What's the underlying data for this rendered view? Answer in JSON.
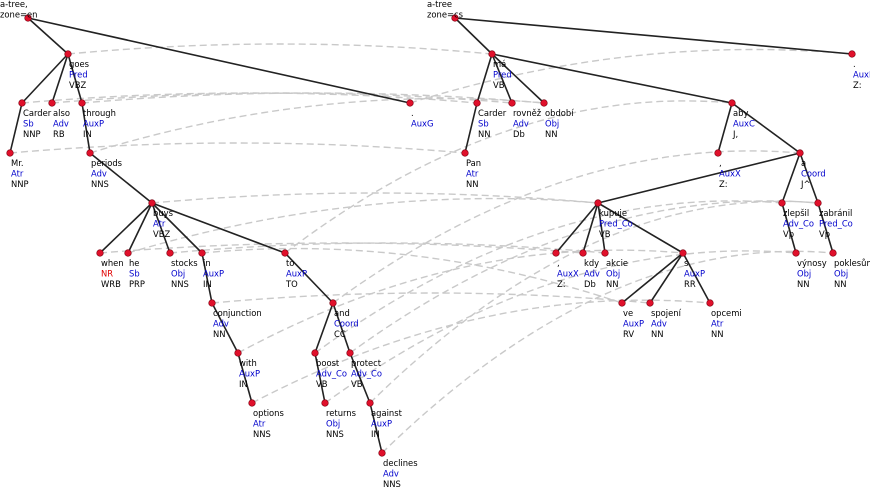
{
  "colors": {
    "node": "#e0102b",
    "edge": "#222222",
    "alignment": "#c9c9c9",
    "word": "#000000",
    "functor": "#0000cc",
    "functor_error": "#e00000"
  },
  "en_tree": {
    "root_label": [
      "a-tree,",
      "zone=en"
    ],
    "nodes": [
      {
        "id": "goes",
        "word": "goes",
        "func": "Pred",
        "tag": "VBZ"
      },
      {
        "id": "carder_en",
        "word": "Carder",
        "func": "Sb",
        "tag": "NNP"
      },
      {
        "id": "also",
        "word": "also",
        "func": "Adv",
        "tag": "RB"
      },
      {
        "id": "through",
        "word": "through",
        "func": "AuxP",
        "tag": "IN"
      },
      {
        "id": "period_en",
        "word": ".",
        "func": "AuxG",
        "tag": ""
      },
      {
        "id": "mr",
        "word": "Mr.",
        "func": "Atr",
        "tag": "NNP"
      },
      {
        "id": "periods",
        "word": "periods",
        "func": "Adv",
        "tag": "NNS"
      },
      {
        "id": "buys",
        "word": "buys",
        "func": "Atr",
        "tag": "VBZ"
      },
      {
        "id": "when",
        "word": "when",
        "func": "NR",
        "tag": "WRB",
        "func_error": true
      },
      {
        "id": "he",
        "word": "he",
        "func": "Sb",
        "tag": "PRP"
      },
      {
        "id": "stocks",
        "word": "stocks",
        "func": "Obj",
        "tag": "NNS"
      },
      {
        "id": "in",
        "word": "in",
        "func": "AuxP",
        "tag": "IN"
      },
      {
        "id": "to",
        "word": "to",
        "func": "AuxP",
        "tag": "TO"
      },
      {
        "id": "conjunction",
        "word": "conjunction",
        "func": "Adv",
        "tag": "NN"
      },
      {
        "id": "and",
        "word": "and",
        "func": "Coord",
        "tag": "CC"
      },
      {
        "id": "with",
        "word": "with",
        "func": "AuxP",
        "tag": "IN"
      },
      {
        "id": "boost",
        "word": "boost",
        "func": "Adv_Co",
        "tag": "VB"
      },
      {
        "id": "protect",
        "word": "protect",
        "func": "Adv_Co",
        "tag": "VB"
      },
      {
        "id": "options",
        "word": "options",
        "func": "Atr",
        "tag": "NNS"
      },
      {
        "id": "returns",
        "word": "returns",
        "func": "Obj",
        "tag": "NNS"
      },
      {
        "id": "against",
        "word": "against",
        "func": "AuxP",
        "tag": "IN"
      },
      {
        "id": "declines",
        "word": "declines",
        "func": "Adv",
        "tag": "NNS"
      }
    ],
    "edges": [
      [
        "root_en",
        "goes"
      ],
      [
        "root_en",
        "period_en"
      ],
      [
        "goes",
        "carder_en"
      ],
      [
        "goes",
        "also"
      ],
      [
        "goes",
        "through"
      ],
      [
        "carder_en",
        "mr"
      ],
      [
        "through",
        "periods"
      ],
      [
        "periods",
        "buys"
      ],
      [
        "buys",
        "when"
      ],
      [
        "buys",
        "he"
      ],
      [
        "buys",
        "stocks"
      ],
      [
        "buys",
        "in"
      ],
      [
        "buys",
        "to"
      ],
      [
        "in",
        "conjunction"
      ],
      [
        "conjunction",
        "with"
      ],
      [
        "with",
        "options"
      ],
      [
        "to",
        "and"
      ],
      [
        "and",
        "boost"
      ],
      [
        "and",
        "protect"
      ],
      [
        "boost",
        "returns"
      ],
      [
        "protect",
        "against"
      ],
      [
        "against",
        "declines"
      ]
    ]
  },
  "cs_tree": {
    "root_label": [
      "a-tree",
      "zone=cs"
    ],
    "nodes": [
      {
        "id": "ma",
        "word": "má",
        "func": "Pred",
        "tag": "VB"
      },
      {
        "id": "auxk",
        "word": ".",
        "func": "AuxK",
        "tag": "Z:"
      },
      {
        "id": "carder_cs",
        "word": "Carder",
        "func": "Sb",
        "tag": "NN"
      },
      {
        "id": "rovnez",
        "word": "rovněž",
        "func": "Adv",
        "tag": "Db"
      },
      {
        "id": "obdobi",
        "word": "období",
        "func": "Obj",
        "tag": "NN"
      },
      {
        "id": "aby",
        "word": "aby",
        "func": "AuxC",
        "tag": "J,"
      },
      {
        "id": "pan",
        "word": "Pan",
        "func": "Atr",
        "tag": "NN"
      },
      {
        "id": "comma1",
        "word": ",",
        "func": "AuxX",
        "tag": "Z:"
      },
      {
        "id": "a",
        "word": "a",
        "func": "Coord",
        "tag": "J^"
      },
      {
        "id": "kupuje",
        "word": "kupuje",
        "func": "Pred_Co",
        "tag": "VB"
      },
      {
        "id": "zlepsil",
        "word": "zlepšil",
        "func": "Adv_Co",
        "tag": "Vp"
      },
      {
        "id": "zabranil",
        "word": "zabránil",
        "func": "Pred_Co",
        "tag": "Vp"
      },
      {
        "id": "comma2",
        "word": ",",
        "func": "AuxX",
        "tag": "Z:"
      },
      {
        "id": "kdy",
        "word": "kdy",
        "func": "Adv",
        "tag": "Db"
      },
      {
        "id": "akcie",
        "word": "akcie",
        "func": "Obj",
        "tag": "NN"
      },
      {
        "id": "s",
        "word": "s",
        "func": "AuxP",
        "tag": "RR"
      },
      {
        "id": "vynosy",
        "word": "výnosy",
        "func": "Obj",
        "tag": "NN"
      },
      {
        "id": "poklesum",
        "word": "poklesům",
        "func": "Obj",
        "tag": "NN"
      },
      {
        "id": "ve",
        "word": "ve",
        "func": "AuxP",
        "tag": "RV"
      },
      {
        "id": "spojeni",
        "word": "spojení",
        "func": "Adv",
        "tag": "NN"
      },
      {
        "id": "opcemi",
        "word": "opcemi",
        "func": "Atr",
        "tag": "NN"
      }
    ],
    "edges": [
      [
        "root_cs",
        "ma"
      ],
      [
        "root_cs",
        "auxk"
      ],
      [
        "ma",
        "carder_cs"
      ],
      [
        "ma",
        "rovnez"
      ],
      [
        "ma",
        "obdobi"
      ],
      [
        "ma",
        "aby"
      ],
      [
        "carder_cs",
        "pan"
      ],
      [
        "aby",
        "comma1"
      ],
      [
        "aby",
        "a"
      ],
      [
        "a",
        "kupuje"
      ],
      [
        "a",
        "zlepsil"
      ],
      [
        "a",
        "zabranil"
      ],
      [
        "kupuje",
        "comma2"
      ],
      [
        "kupuje",
        "kdy"
      ],
      [
        "kupuje",
        "akcie"
      ],
      [
        "kupuje",
        "s"
      ],
      [
        "zlepsil",
        "vynosy"
      ],
      [
        "zabranil",
        "poklesum"
      ],
      [
        "s",
        "ve"
      ],
      [
        "s",
        "spojeni"
      ],
      [
        "s",
        "opcemi"
      ]
    ]
  },
  "alignments": [
    [
      "goes",
      "ma"
    ],
    [
      "carder_en",
      "carder_cs"
    ],
    [
      "also",
      "rovnez"
    ],
    [
      "through",
      "obdobi"
    ],
    [
      "period_en",
      "auxk"
    ],
    [
      "mr",
      "pan"
    ],
    [
      "periods",
      "obdobi"
    ],
    [
      "buys",
      "kupuje"
    ],
    [
      "when",
      "kdy"
    ],
    [
      "he",
      "kupuje"
    ],
    [
      "stocks",
      "akcie"
    ],
    [
      "in",
      "ve"
    ],
    [
      "to",
      "aby"
    ],
    [
      "conjunction",
      "spojeni"
    ],
    [
      "and",
      "a"
    ],
    [
      "with",
      "s"
    ],
    [
      "boost",
      "zlepsil"
    ],
    [
      "protect",
      "zabranil"
    ],
    [
      "options",
      "opcemi"
    ],
    [
      "returns",
      "vynosy"
    ],
    [
      "against",
      "zabranil"
    ],
    [
      "declines",
      "poklesum"
    ]
  ]
}
